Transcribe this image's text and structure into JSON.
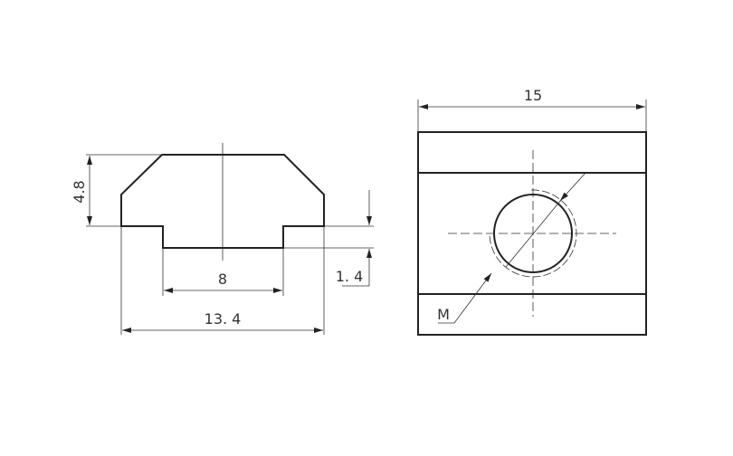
{
  "side_view": {
    "height_label": "4.8",
    "slot_depth_label": "1. 4",
    "slot_width_label": "8",
    "overall_width_label": "13. 4"
  },
  "top_view": {
    "width_label": "15",
    "thread_label": "M"
  }
}
